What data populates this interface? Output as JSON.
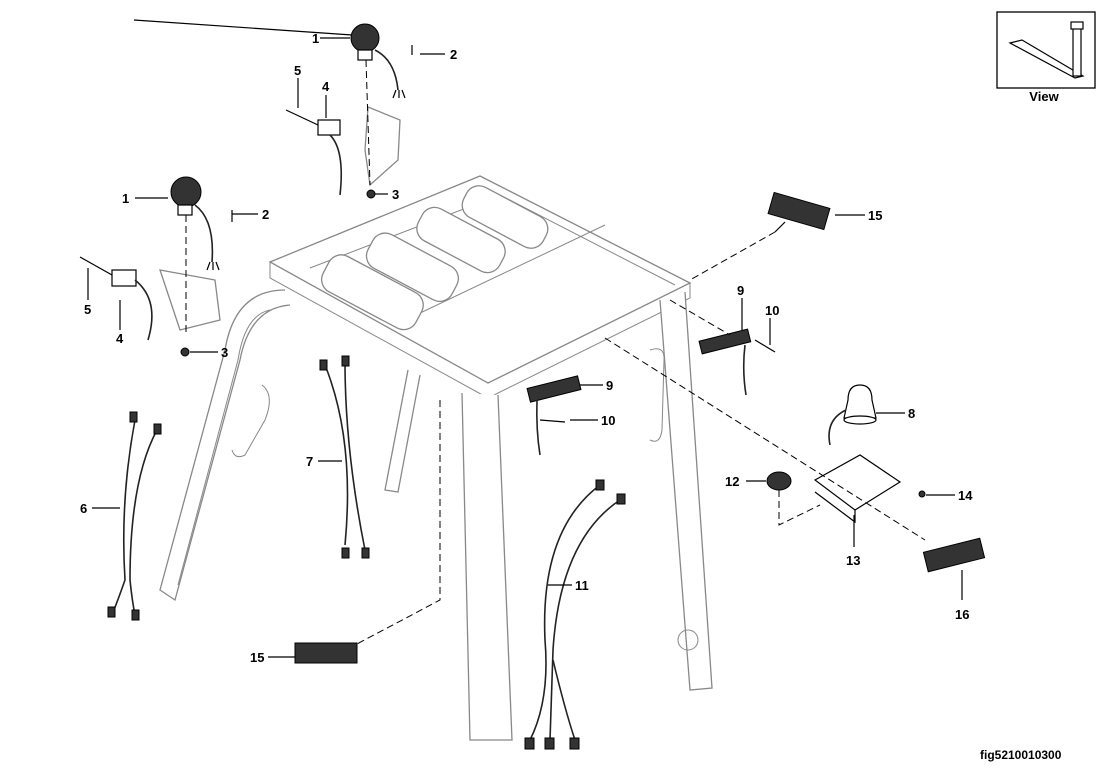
{
  "figure_id": "fig5210010300",
  "view_box": {
    "label": "View"
  },
  "callouts": {
    "c1a": "1",
    "c1b": "1",
    "c2a": "2",
    "c2b": "2",
    "c3a": "3",
    "c3b": "3",
    "c4a": "4",
    "c4b": "4",
    "c5a": "5",
    "c5b": "5",
    "c6": "6",
    "c7": "7",
    "c8": "8",
    "c9a": "9",
    "c9b": "9",
    "c10a": "10",
    "c10b": "10",
    "c11": "11",
    "c12": "12",
    "c13": "13",
    "c14": "14",
    "c15a": "15",
    "c15b": "15",
    "c16": "16"
  }
}
